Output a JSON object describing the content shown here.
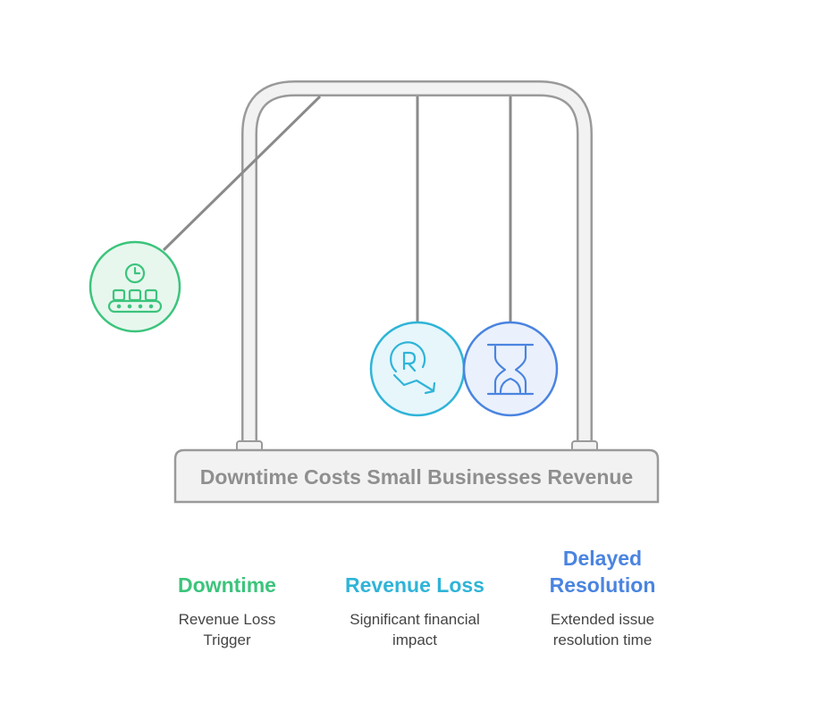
{
  "base_label": "Downtime Costs Small Businesses Revenue",
  "items": [
    {
      "title": "Downtime",
      "description": "Revenue Loss\nTrigger",
      "color": "#3cc47c",
      "icon": "conveyor-clock-icon"
    },
    {
      "title": "Revenue Loss",
      "description": "Significant financial\nimpact",
      "color": "#2fb4d8",
      "icon": "rupee-down-arrow-icon"
    },
    {
      "title": "Delayed\nResolution",
      "description": "Extended issue\nresolution time",
      "color": "#4a84e0",
      "icon": "hourglass-icon"
    }
  ]
}
